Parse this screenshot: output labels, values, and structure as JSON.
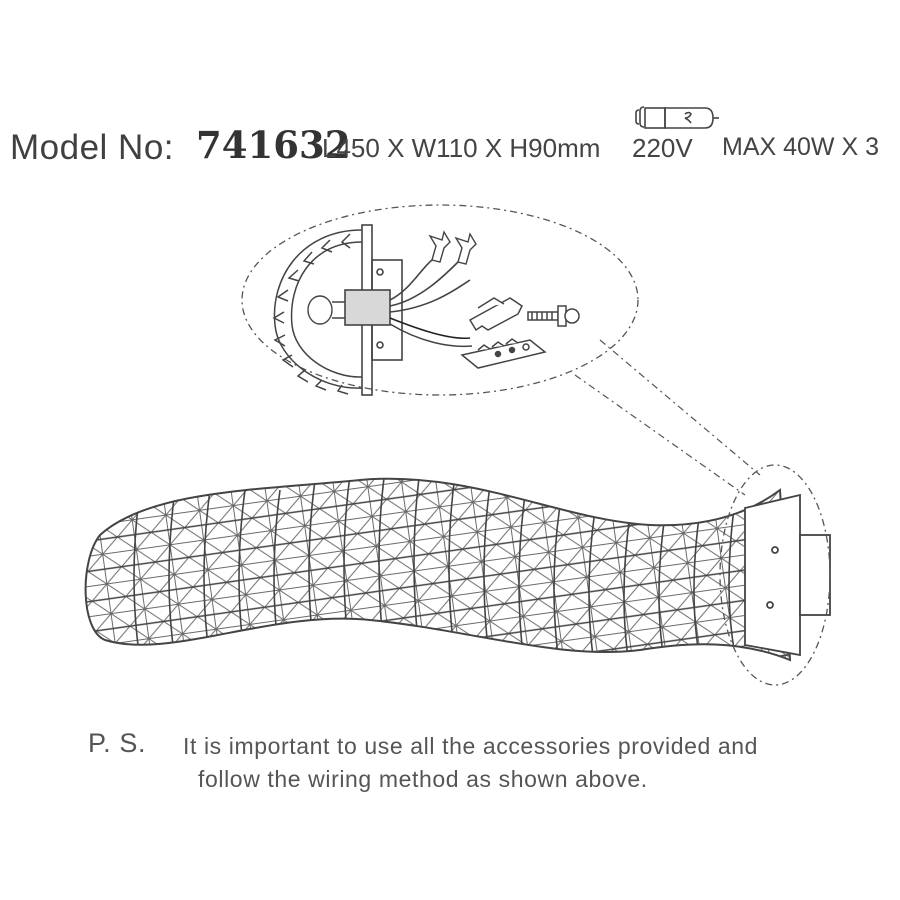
{
  "header": {
    "model_label": "Model No:",
    "model_number": "741632",
    "dimensions": "L450 X W110 X H90mm",
    "voltage": "220V",
    "max_power": "MAX 40W X 3"
  },
  "icons": {
    "bulb": "g9-bulb-icon",
    "screw": "screw-icon",
    "mounting_bracket": "mounting-bracket-icon",
    "terminal_block": "terminal-block-icon"
  },
  "note": {
    "prefix": "P. S.",
    "line1": "It is important to use all the accessories provided and",
    "line2": "follow the wiring method as shown above."
  },
  "colors": {
    "line": "#555555",
    "text": "#404040",
    "background": "#ffffff"
  }
}
